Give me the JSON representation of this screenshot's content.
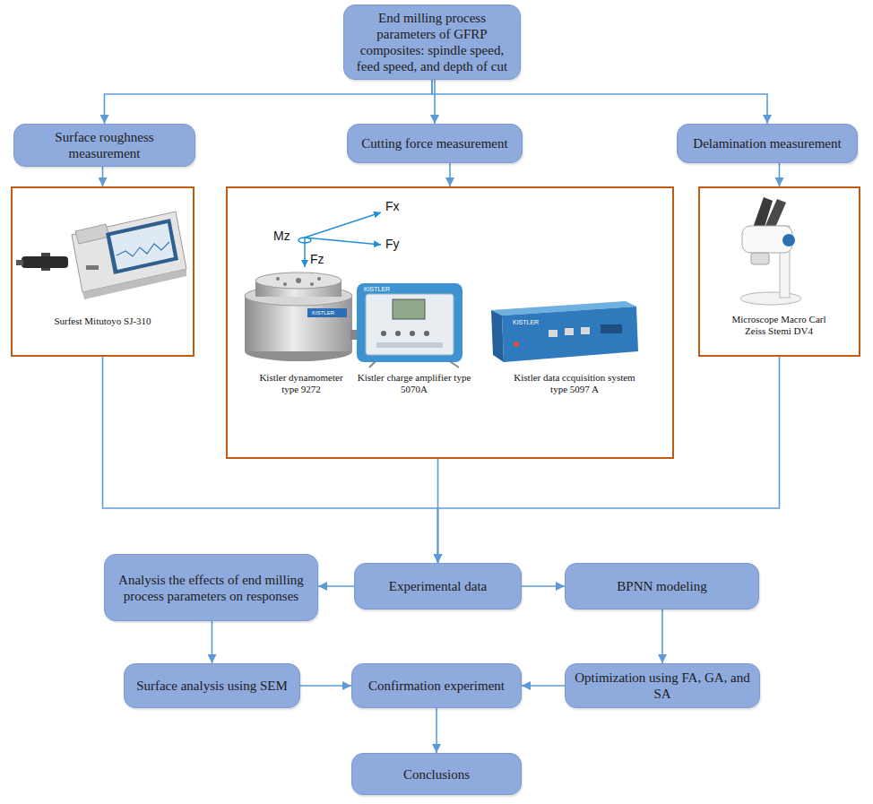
{
  "diagram": {
    "nodes": [
      {
        "text": [
          "End milling process parameters of GFRP composites: spindle speed, feed speed, and depth of cut"
        ]
      },
      {
        "text": [
          "Surface roughness measurement"
        ]
      },
      {
        "text": [
          "Cutting force measurement"
        ]
      },
      {
        "text": [
          "Delamination measurement"
        ]
      },
      {
        "text": [
          "Surfest Mitutoyo SJ-310"
        ]
      },
      {
        "text": [
          "Kistler dynamometer type 9272",
          "Kistler charge amplifier type 5070A",
          "Kistler data ccquisition system type 5097 A"
        ]
      },
      {
        "text": [
          "Microscope Macro Carl Zeiss Stemi DV4"
        ]
      },
      {
        "text": [
          "Experimental data"
        ]
      },
      {
        "text": [
          "Analysis the effects of end milling process parameters on responses"
        ]
      },
      {
        "text": [
          "BPNN modeling"
        ]
      },
      {
        "text": [
          "Surface analysis using SEM"
        ]
      },
      {
        "text": [
          "Confirmation experiment"
        ]
      },
      {
        "text": [
          "Optimization using FA, GA, and SA"
        ]
      },
      {
        "text": [
          "Conclusions"
        ]
      }
    ],
    "edges": [
      {
        "from": 0,
        "to": 1,
        "arrow": "to"
      },
      {
        "from": 0,
        "to": 2,
        "arrow": "to"
      },
      {
        "from": 0,
        "to": 3,
        "arrow": "to"
      },
      {
        "from": 1,
        "to": 4,
        "arrow": "to"
      },
      {
        "from": 2,
        "to": 5,
        "arrow": "to"
      },
      {
        "from": 3,
        "to": 6,
        "arrow": "to"
      },
      {
        "from": 4,
        "to": 7,
        "arrow": "to"
      },
      {
        "from": 5,
        "to": 7,
        "arrow": "to"
      },
      {
        "from": 6,
        "to": 7,
        "arrow": "to"
      },
      {
        "from": 7,
        "to": 8,
        "arrow": "to"
      },
      {
        "from": 7,
        "to": 9,
        "arrow": "to"
      },
      {
        "from": 8,
        "to": 10,
        "arrow": "to"
      },
      {
        "from": 9,
        "to": 12,
        "arrow": "to"
      },
      {
        "from": 10,
        "to": 11,
        "arrow": "to"
      },
      {
        "from": 12,
        "to": 11,
        "arrow": "to"
      },
      {
        "from": 11,
        "to": 13,
        "arrow": "to"
      }
    ],
    "labels": [
      "Mz",
      "Fx",
      "Fy",
      "Fz",
      "KISTLER",
      "KISTLER",
      "KISTLER"
    ]
  }
}
